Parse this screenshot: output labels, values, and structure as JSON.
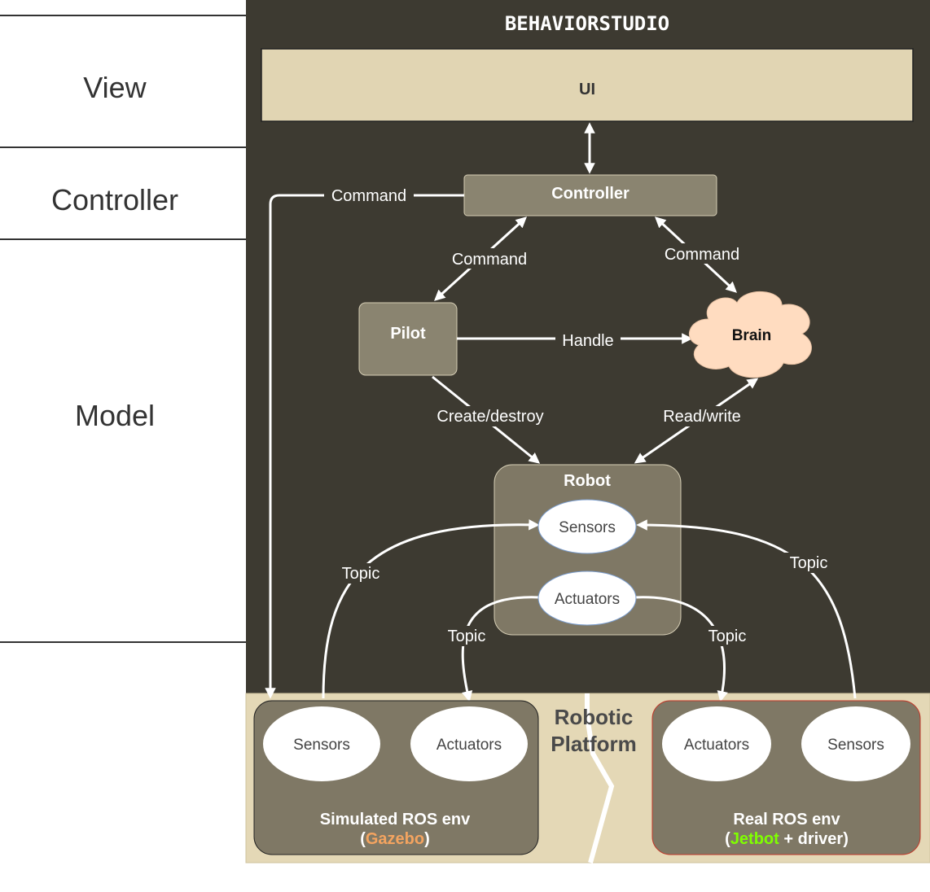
{
  "header": {
    "title": "BEHAVIORSTUDIO"
  },
  "layers": {
    "view": "View",
    "controller": "Controller",
    "model": "Model"
  },
  "nodes": {
    "ui": "UI",
    "controller": "Controller",
    "pilot": "Pilot",
    "brain": "Brain",
    "robot": "Robot",
    "robot_sensors": "Sensors",
    "robot_actuators": "Actuators"
  },
  "edges": {
    "command_left": "Command",
    "command_pilot": "Command",
    "command_brain": "Command",
    "handle": "Handle",
    "create_destroy": "Create/destroy",
    "read_write": "Read/write",
    "topic_sim_sensors": "Topic",
    "topic_sim_actuators": "Topic",
    "topic_real_actuators": "Topic",
    "topic_real_sensors": "Topic"
  },
  "platform": {
    "title_line1": "Robotic",
    "title_line2": "Platform",
    "simulated": {
      "sensors": "Sensors",
      "actuators": "Actuators",
      "label_line1": "Simulated ROS env",
      "label_open": "(",
      "label_highlight": "Gazebo",
      "label_close": ")",
      "highlight_color": "#F4A460"
    },
    "real": {
      "actuators": "Actuators",
      "sensors": "Sensors",
      "label_line1": "Real ROS env",
      "label_open": "(",
      "label_highlight": "Jetbot",
      "label_close": " + driver)",
      "highlight_color": "#7FFF00"
    }
  },
  "colors": {
    "background": "#3d3a31",
    "ui_box": "#e1d5b3",
    "node": "#8a8470",
    "brain": "#ffdcc0",
    "platform": "#e4d8b6"
  }
}
